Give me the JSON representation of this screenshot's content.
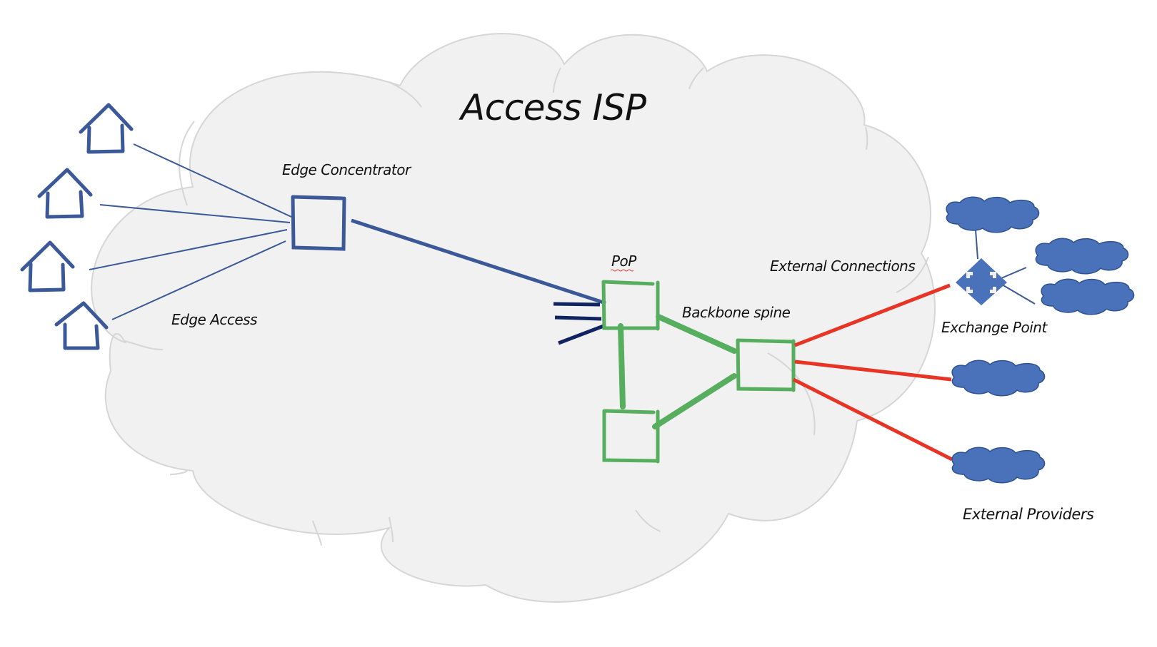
{
  "title": "Access ISP",
  "labels": {
    "edge_concentrator": "Edge Concentrator",
    "edge_access": "Edge Access",
    "pop": "PoP",
    "backbone_spine": "Backbone spine",
    "external_connections": "External Connections",
    "exchange_point": "Exchange Point",
    "external_providers": "External Providers"
  },
  "colors": {
    "cloud_fill": "#f1f1f1",
    "cloud_stroke": "#d6d6d6",
    "edge_blue": "#3b5998",
    "dark_navy": "#0f2460",
    "backbone_green": "#56ae5e",
    "external_red": "#e83425",
    "provider_cloud": "#4a72ba"
  },
  "nodes": {
    "houses": [
      "house-1",
      "house-2",
      "house-3",
      "house-4"
    ],
    "edge_concentrator": "edge-concentrator",
    "pop_routers": [
      "pop-router-main",
      "pop-router-lower",
      "pop-router-border"
    ],
    "exchange_point": "exchange-point",
    "providers": [
      "provider-cloud-1",
      "provider-cloud-2",
      "provider-cloud-3",
      "provider-cloud-4",
      "provider-cloud-5"
    ]
  }
}
